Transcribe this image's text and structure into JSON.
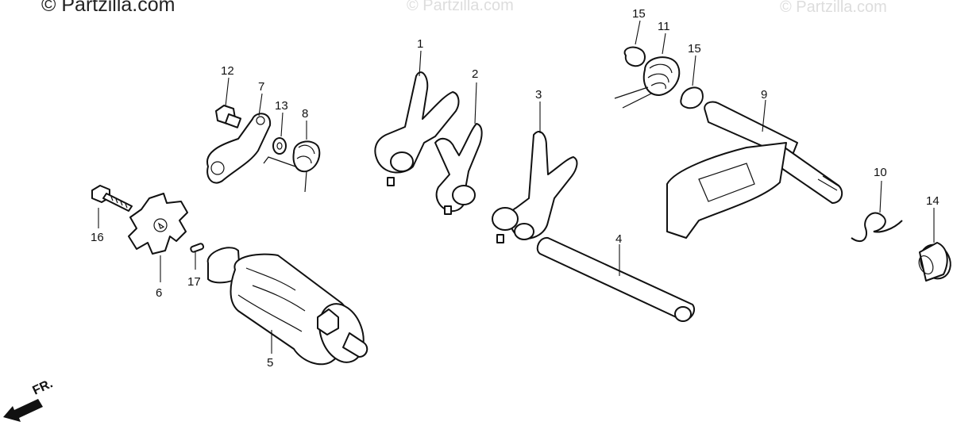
{
  "watermarks": {
    "main": "© Partzilla.com",
    "center": "© Partzilla.com",
    "right": "© Partzilla.com"
  },
  "direction_label": "FR.",
  "callouts": [
    "1",
    "2",
    "3",
    "4",
    "5",
    "6",
    "7",
    "8",
    "9",
    "10",
    "11",
    "12",
    "13",
    "14",
    "15",
    "15",
    "16",
    "17"
  ]
}
